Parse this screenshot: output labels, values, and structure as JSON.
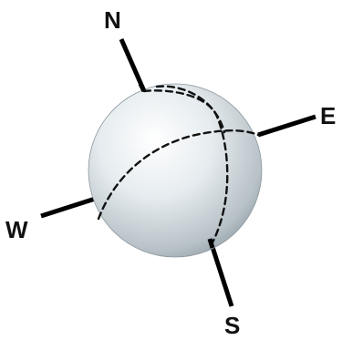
{
  "compass": {
    "north": "N",
    "east": "E",
    "south": "S",
    "west": "W"
  },
  "colors": {
    "sphere_light": "#ffffff",
    "sphere_mid": "#dfe6ea",
    "sphere_dark": "#9aa6ae",
    "sphere_edge": "#7f8a91",
    "axis": "#000000",
    "dash": "#111111"
  }
}
